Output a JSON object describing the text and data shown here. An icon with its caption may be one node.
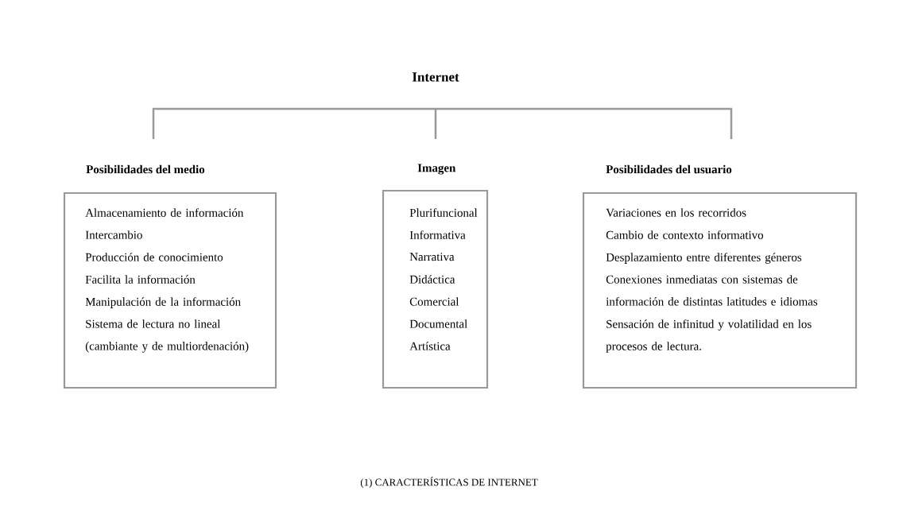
{
  "diagram": {
    "caption": "(1) CARACTERÍSTICAS DE INTERNET",
    "nodes": [
      {
        "text": [
          "Internet"
        ]
      },
      {
        "text": [
          "Posibilidades del medio",
          "Almacenamiento de información",
          "Intercambio",
          "Producción de conocimiento",
          "Facilita la información",
          "Manipulación de la información",
          "Sistema de lectura no lineal (cambiante y de multiordenación)"
        ]
      },
      {
        "text": [
          "Imagen",
          "Plurifuncional",
          "Informativa",
          "Narrativa",
          "Didáctica",
          "Comercial",
          "Documental",
          "Artística"
        ]
      },
      {
        "text": [
          "Posibilidades del usuario",
          "Variaciones en los recorridos",
          "Cambio de contexto informativo",
          "Desplazamiento entre diferentes géneros",
          "Conexiones inmediatas con sistemas de información de distintas latitudes e idiomas",
          "Sensación de infinitud y volatilidad en los procesos de lectura."
        ]
      }
    ],
    "edges": [
      {
        "from": 0,
        "to": 1,
        "arrow": "none"
      },
      {
        "from": 0,
        "to": 2,
        "arrow": "none"
      },
      {
        "from": 0,
        "to": 3,
        "arrow": "none"
      }
    ]
  }
}
